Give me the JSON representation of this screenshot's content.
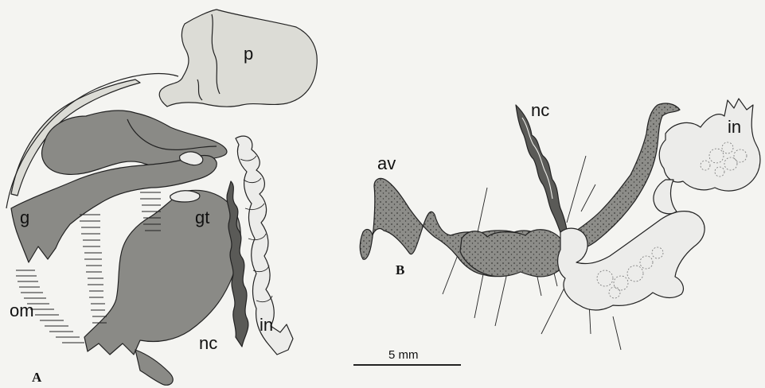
{
  "colors": {
    "background": "#f4f4f1",
    "light_tissue": "#dcdcd6",
    "pale_tissue": "#ececea",
    "mid_tissue": "#8a8a86",
    "dark_tissue": "#5a5a57",
    "outline": "#222222"
  },
  "panel_a": {
    "letter": "A",
    "labels": {
      "p": "p",
      "g": "g",
      "gt": "gt",
      "om": "om",
      "nc": "nc",
      "in": "in"
    }
  },
  "panel_b": {
    "letter": "B",
    "labels": {
      "av": "av",
      "nc": "nc",
      "in": "in"
    }
  },
  "scale_bar": {
    "label": "5 mm"
  }
}
